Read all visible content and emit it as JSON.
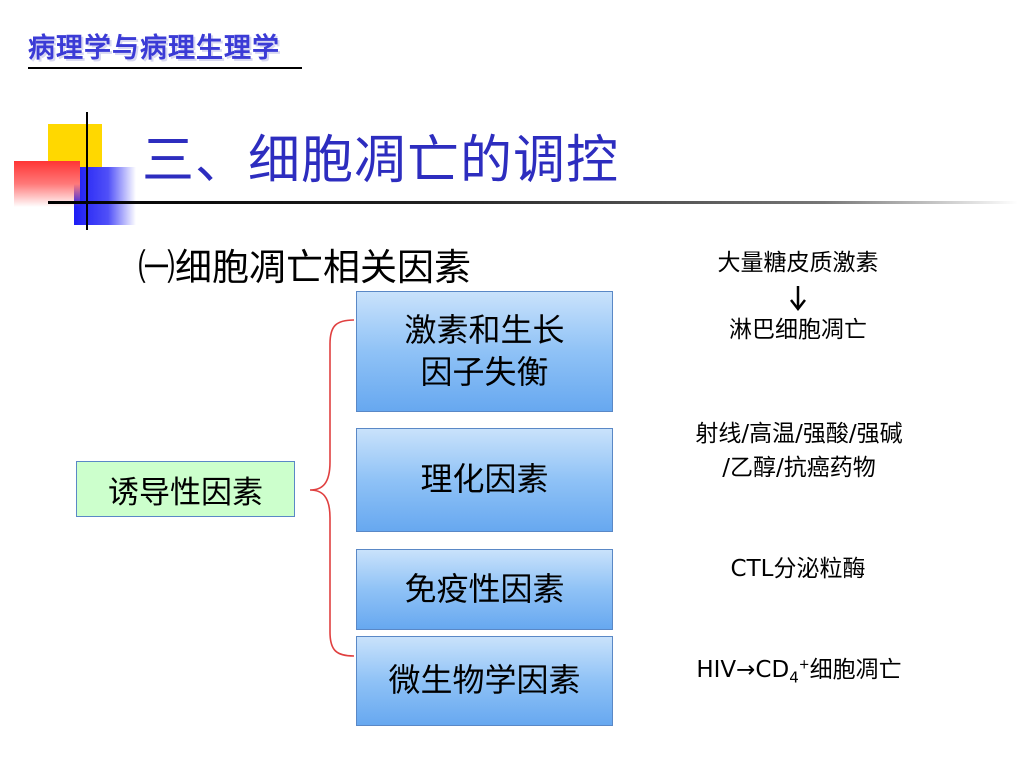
{
  "header": {
    "title": "病理学与病理生理学"
  },
  "slide": {
    "title": "三、细胞凋亡的调控",
    "section": "㈠细胞凋亡相关因素"
  },
  "induce_label": "诱导性因素",
  "categories": [
    {
      "label": "激素和生长\n因子失衡"
    },
    {
      "label": "理化因素"
    },
    {
      "label": "免疫性因素"
    },
    {
      "label": "微生物学因素"
    }
  ],
  "notes": {
    "hormone_line1": "大量糖皮质激素",
    "hormone_line2": "淋巴细胞凋亡",
    "physchem_line1": "射线/高温/强酸/强碱",
    "physchem_line2": "/乙醇/抗癌药物",
    "immune": "CTL分泌粒酶",
    "micro_prefix": "HIV→CD",
    "micro_sub": "4",
    "micro_sup": "+",
    "micro_suffix": "细胞凋亡"
  },
  "colors": {
    "title": "#2d2dbf",
    "header": "#3b3bd6",
    "box_blue": "#8fc2f6",
    "box_green": "#ccffcc",
    "brace": "#e04040"
  }
}
